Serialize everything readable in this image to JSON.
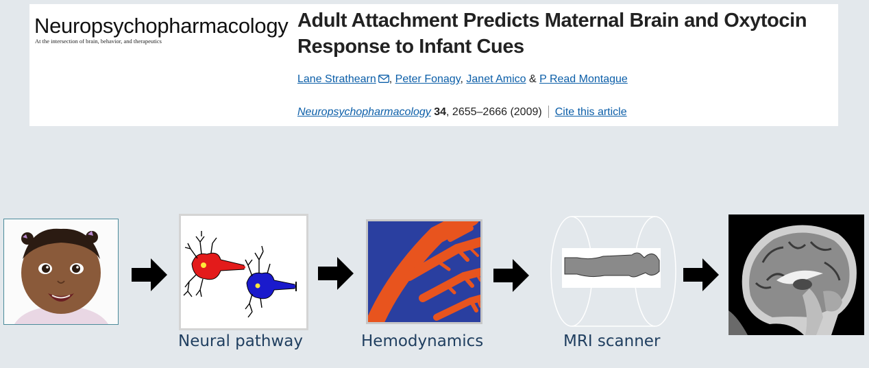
{
  "journal": {
    "name": "Neuropsychopharmacology",
    "tagline": "At the intersection of brain, behavior, and therapeutics"
  },
  "article": {
    "title": "Adult Attachment Predicts Maternal Brain and Oxytocin Response to Infant Cues",
    "authors": [
      "Lane Strathearn",
      "Peter Fonagy",
      "Janet Amico",
      "P Read Montague"
    ],
    "author_separators": [
      ", ",
      ", ",
      " & "
    ],
    "citation": {
      "journal": "Neuropsychopharmacology",
      "volume": "34",
      "pages": ", 2655–2666 (2009)",
      "cite_link": "Cite this article"
    }
  },
  "pipeline": {
    "captions": {
      "neural": "Neural pathway",
      "hemo": "Hemodynamics",
      "mri": "MRI scanner"
    }
  },
  "colors": {
    "background": "#e3e8ec",
    "link": "#0b5ea8",
    "caption": "#1f3e5f",
    "neuron_red": "#e31b1b",
    "neuron_blue": "#1a1acc",
    "vessel_orange": "#e8541e",
    "vessel_blue": "#2a3fa0"
  }
}
